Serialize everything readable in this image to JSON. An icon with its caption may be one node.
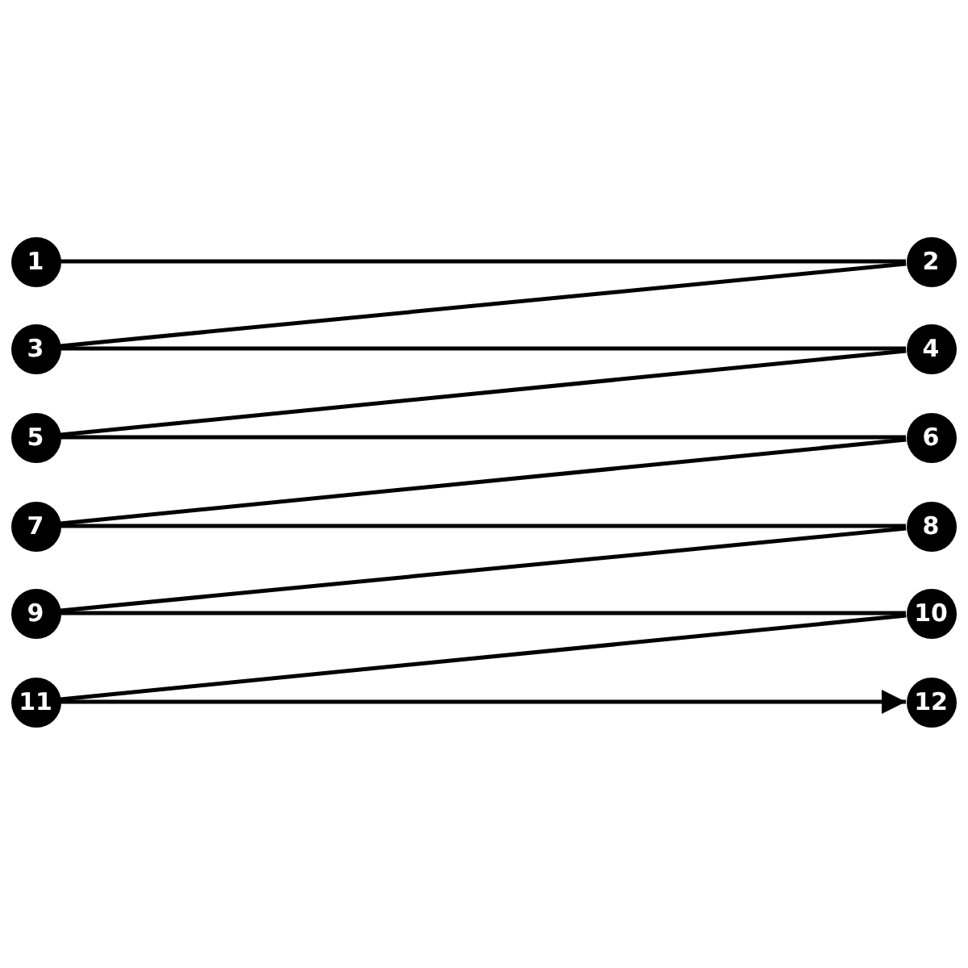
{
  "diagram": {
    "nodes": [
      {
        "text": [
          "1"
        ]
      },
      {
        "text": [
          "2"
        ]
      },
      {
        "text": [
          "3"
        ]
      },
      {
        "text": [
          "4"
        ]
      },
      {
        "text": [
          "5"
        ]
      },
      {
        "text": [
          "6"
        ]
      },
      {
        "text": [
          "7"
        ]
      },
      {
        "text": [
          "8"
        ]
      },
      {
        "text": [
          "9"
        ]
      },
      {
        "text": [
          "10"
        ]
      },
      {
        "text": [
          "11"
        ]
      },
      {
        "text": [
          "12"
        ]
      }
    ],
    "edges": [
      {
        "from": 0,
        "to": 1,
        "arrow": "none"
      },
      {
        "from": 1,
        "to": 2,
        "arrow": "none"
      },
      {
        "from": 2,
        "to": 3,
        "arrow": "none"
      },
      {
        "from": 3,
        "to": 4,
        "arrow": "none"
      },
      {
        "from": 4,
        "to": 5,
        "arrow": "none"
      },
      {
        "from": 5,
        "to": 6,
        "arrow": "none"
      },
      {
        "from": 6,
        "to": 7,
        "arrow": "none"
      },
      {
        "from": 7,
        "to": 8,
        "arrow": "none"
      },
      {
        "from": 8,
        "to": 9,
        "arrow": "none"
      },
      {
        "from": 9,
        "to": 10,
        "arrow": "none"
      },
      {
        "from": 10,
        "to": 11,
        "arrow": "to"
      }
    ]
  }
}
